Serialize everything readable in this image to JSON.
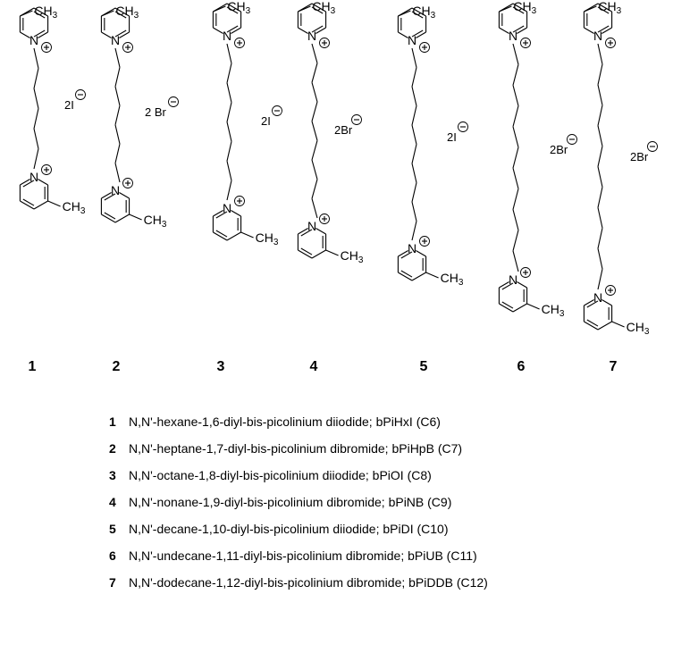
{
  "molecules": [
    {
      "number": "1",
      "anion": "2I",
      "cation_charge": "+"
    },
    {
      "number": "2",
      "anion": "2 Br",
      "cation_charge": "+"
    },
    {
      "number": "3",
      "anion": "2I",
      "cation_charge": "+"
    },
    {
      "number": "4",
      "anion": "2Br",
      "cation_charge": "+"
    },
    {
      "number": "5",
      "anion": "2I",
      "cation_charge": "+"
    },
    {
      "number": "6",
      "anion": "2Br",
      "cation_charge": "+"
    },
    {
      "number": "7",
      "anion": "2Br",
      "cation_charge": "+"
    }
  ],
  "labels": {
    "nitrogen": "N",
    "methyl": "CH",
    "methyl_sub": "3",
    "anion_charge": "−"
  },
  "legend": [
    {
      "number": "1",
      "text": "N,N'-hexane-1,6-diyl-bis-picolinium diiodide; bPiHxI (C6)"
    },
    {
      "number": "2",
      "text": "N,N'-heptane-1,7-diyl-bis-picolinium dibromide; bPiHpB (C7)"
    },
    {
      "number": "3",
      "text": "N,N'-octane-1,8-diyl-bis-picolinium diiodide; bPiOI (C8)"
    },
    {
      "number": "4",
      "text": "N,N'-nonane-1,9-diyl-bis-picolinium dibromide; bPiNB (C9)"
    },
    {
      "number": "5",
      "text": "N,N'-decane-1,10-diyl-bis-picolinium diiodide; bPiDI (C10)"
    },
    {
      "number": "6",
      "text": "N,N'-undecane-1,11-diyl-bis-picolinium dibromide; bPiUB (C11)"
    },
    {
      "number": "7",
      "text": "N,N'-dodecane-1,12-diyl-bis-picolinium dibromide; bPiDDB (C12)"
    }
  ]
}
